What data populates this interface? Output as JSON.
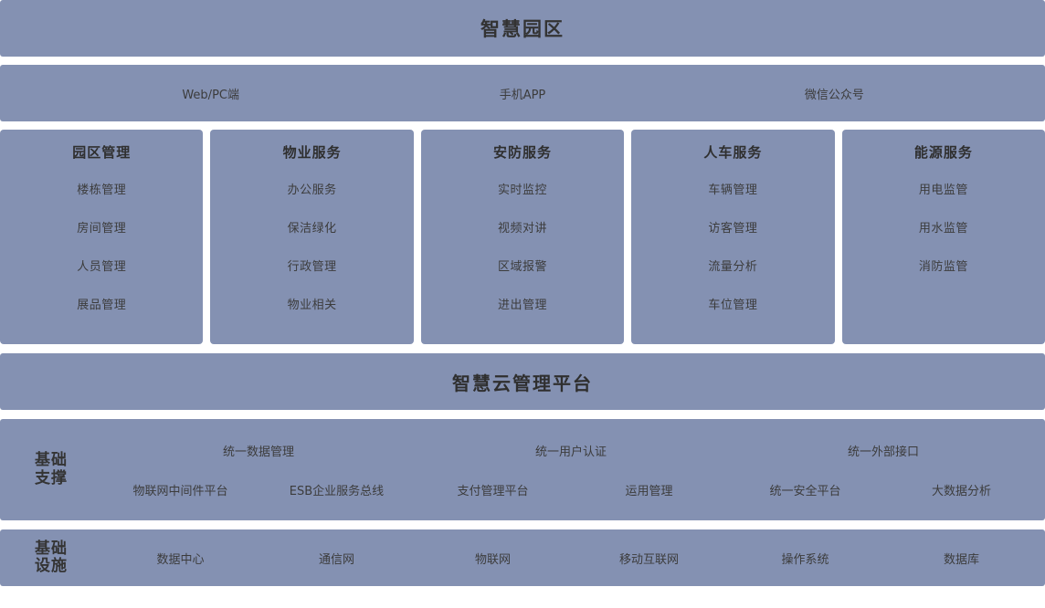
{
  "theme": {
    "band_color": "#8491b2",
    "page_background": "#ffffff",
    "text_color": "#3c3c3c",
    "heading_color": "#2f2f2f"
  },
  "header": {
    "title": "智慧园区"
  },
  "channels": {
    "items": [
      {
        "label": "Web/PC端"
      },
      {
        "label": "手机APP"
      },
      {
        "label": "微信公众号"
      }
    ]
  },
  "modules": [
    {
      "title": "园区管理",
      "items": [
        "楼栋管理",
        "房间管理",
        "人员管理",
        "展品管理"
      ]
    },
    {
      "title": "物业服务",
      "items": [
        "办公服务",
        "保洁绿化",
        "行政管理",
        "物业相关"
      ]
    },
    {
      "title": "安防服务",
      "items": [
        "实时监控",
        "视频对讲",
        "区域报警",
        "进出管理"
      ]
    },
    {
      "title": "人车服务",
      "items": [
        "车辆管理",
        "访客管理",
        "流量分析",
        "车位管理"
      ]
    },
    {
      "title": "能源服务",
      "items": [
        "用电监管",
        "用水监管",
        "消防监管"
      ]
    }
  ],
  "platform": {
    "title": "智慧云管理平台"
  },
  "support": {
    "label": "基础支撑",
    "top_row": [
      "统一数据管理",
      "统一用户认证",
      "统一外部接口"
    ],
    "bottom_row": [
      "物联网中间件平台",
      "ESB企业服务总线",
      "支付管理平台",
      "运用管理",
      "统一安全平台",
      "大数据分析"
    ]
  },
  "infrastructure": {
    "label": "基础设施",
    "items": [
      "数据中心",
      "通信网",
      "物联网",
      "移动互联网",
      "操作系统",
      "数据库"
    ]
  }
}
